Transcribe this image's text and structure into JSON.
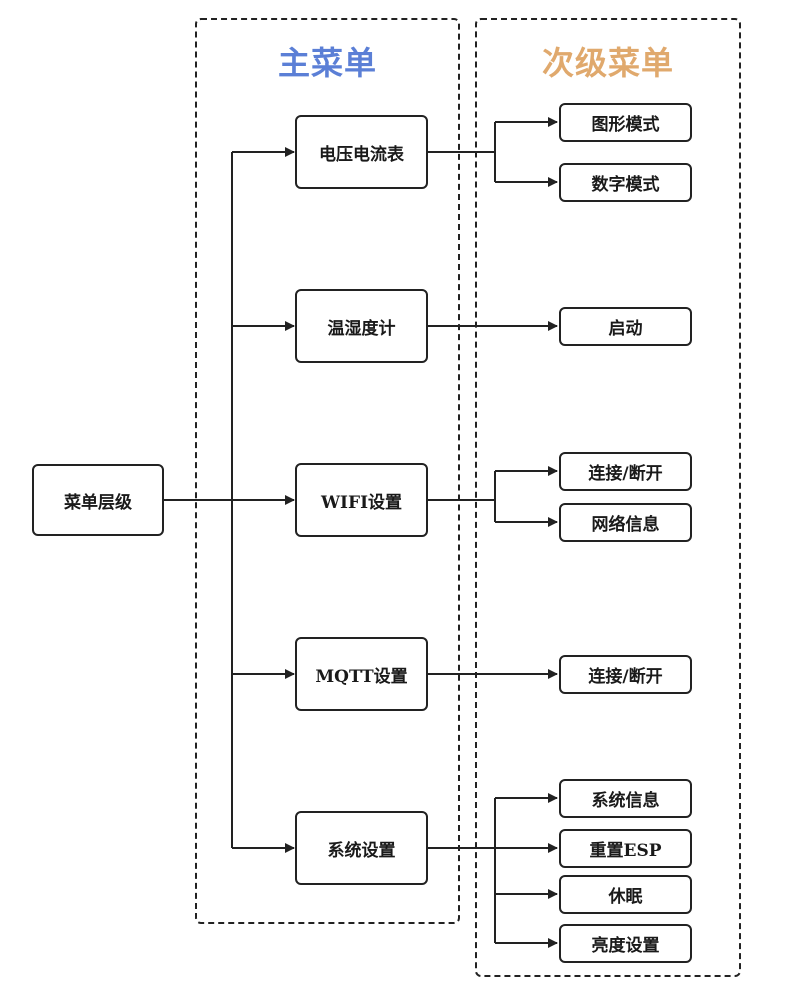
{
  "colors": {
    "main_title": "#5b7fd6",
    "sub_title": "#e0a96d",
    "line": "#222222"
  },
  "root": {
    "label": "菜单层级"
  },
  "main_group": {
    "title": "主菜单"
  },
  "sub_group": {
    "title": "次级菜单"
  },
  "main_items": [
    {
      "label": "电压电流表",
      "children": [
        "图形模式",
        "数字模式"
      ]
    },
    {
      "label": "温湿度计",
      "children": [
        "启动"
      ]
    },
    {
      "label": "WIFI设置",
      "children": [
        "连接/断开",
        "网络信息"
      ]
    },
    {
      "label": "MQTT设置",
      "children": [
        "连接/断开"
      ]
    },
    {
      "label": "系统设置",
      "children": [
        "系统信息",
        "重置ESP",
        "休眠",
        "亮度设置"
      ]
    }
  ]
}
